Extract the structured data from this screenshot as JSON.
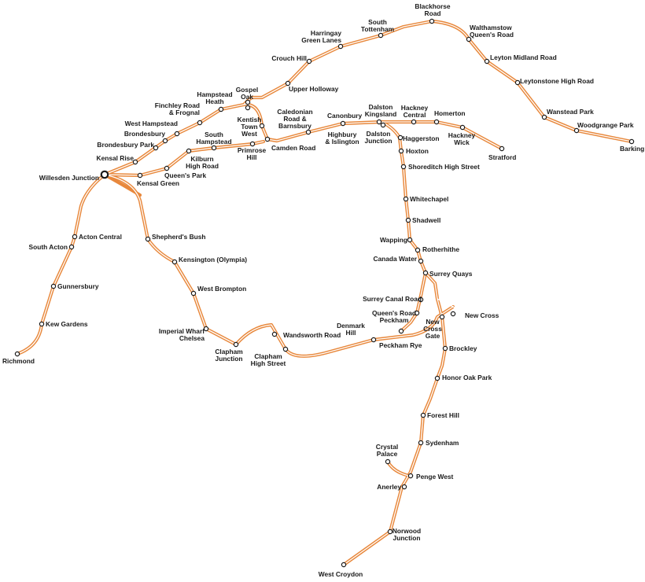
{
  "line_color": "#e8883c",
  "stations": {
    "blackhorse_road": "Blackhorse\nRoad",
    "walthamstow": "Walthamstow\nQueen's Road",
    "south_tottenham": "South\nTottenham",
    "harringay": "Harringay\nGreen Lanes",
    "crouch_hill": "Crouch Hill",
    "upper_holloway": "Upper Holloway",
    "leyton_midland": "Leyton Midland Road",
    "leytonstone_high": "Leytonstone High Road",
    "wanstead_park": "Wanstead Park",
    "woodgrange_park": "Woodgrange Park",
    "barking": "Barking",
    "hampstead_heath": "Hampstead\nHeath",
    "gospel_oak": "Gospel\nOak",
    "finchley_road": "Finchley Road\n& Frognal",
    "west_hampstead": "West Hampstead",
    "brondesbury": "Brondesbury",
    "brondesbury_park": "Brondesbury Park",
    "kensal_rise": "Kensal Rise",
    "willesden_junction": "Willesden Junction",
    "kentish_town_west": "Kentish\nTown\nWest",
    "caledonian_road": "Caledonian\nRoad &\nBarnsbury",
    "canonbury": "Canonbury",
    "dalston_kingsland": "Dalston\nKingsland",
    "hackney_central": "Hackney\nCentral",
    "homerton": "Homerton",
    "hackney_wick": "Hackney\nWick",
    "stratford": "Stratford",
    "south_hampstead": "South\nHampstead",
    "kilburn_high_road": "Kilburn\nHigh Road",
    "queens_park": "Queen's Park",
    "kensal_green": "Kensal Green",
    "primrose_hill": "Primrose\nHill",
    "camden_road": "Camden Road",
    "highbury": "Highbury\n& Islington",
    "dalston_junction": "Dalston\nJunction",
    "haggerston": "Haggerston",
    "hoxton": "Hoxton",
    "shoreditch": "Shoreditch High Street",
    "whitechapel": "Whitechapel",
    "shadwell": "Shadwell",
    "wapping": "Wapping",
    "rotherhithe": "Rotherhithe",
    "canada_water": "Canada Water",
    "surrey_quays": "Surrey Quays",
    "surrey_canal_road": "Surrey Canal Road",
    "new_cross": "New Cross",
    "queens_road_peckham": "Queen's Road\nPeckham",
    "new_cross_gate": "New\nCross\nGate",
    "denmark_hill": "Denmark\nHill",
    "peckham_rye": "Peckham Rye",
    "brockley": "Brockley",
    "honor_oak_park": "Honor Oak Park",
    "forest_hill": "Forest Hill",
    "sydenham": "Sydenham",
    "crystal_palace": "Crystal\nPalace",
    "penge_west": "Penge West",
    "anerley": "Anerley",
    "norwood_junction": "Norwood\nJunction",
    "west_croydon": "West Croydon",
    "acton_central": "Acton Central",
    "south_acton": "South Acton",
    "gunnersbury": "Gunnersbury",
    "kew_gardens": "Kew Gardens",
    "richmond": "Richmond",
    "shepherds_bush": "Shepherd's Bush",
    "kensington_olympia": "Kensington (Olympia)",
    "west_brompton": "West Brompton",
    "imperial_wharf": "Imperial Wharf\nChelsea",
    "clapham_junction": "Clapham\nJunction",
    "clapham_high_street": "Clapham\nHigh Street",
    "wandsworth_road": "Wandsworth Road"
  }
}
